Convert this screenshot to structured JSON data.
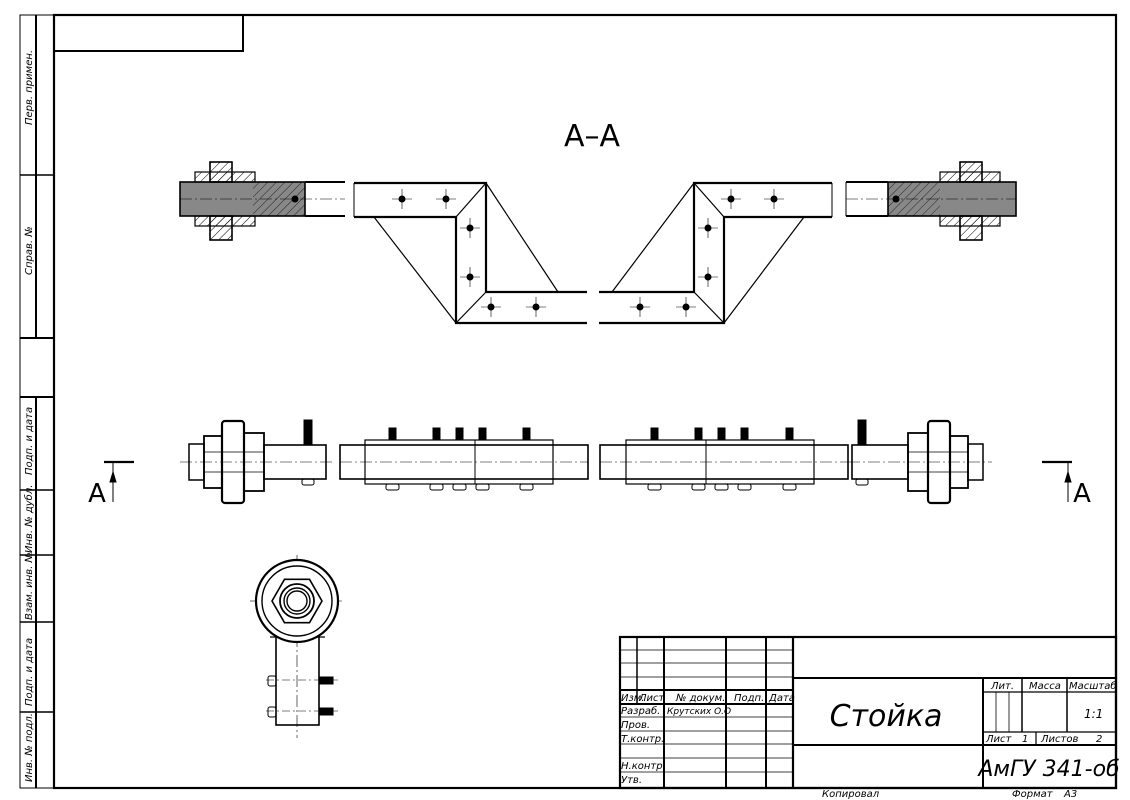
{
  "drawing": {
    "section_title": "А–А",
    "section_mark_left": "А",
    "section_mark_right": "А"
  },
  "side_stamps": [
    "Перв. примен.",
    "Справ. №",
    "Подп. и дата",
    "Инв. № дубл.",
    "Взам. инв. №",
    "Подп. и дата",
    "Инв. № подл."
  ],
  "title_block": {
    "headers": {
      "izm": "Изм.",
      "list": "Лист",
      "doc_no": "№ докум.",
      "podp": "Подп.",
      "date": "Дата"
    },
    "roles": {
      "razrab": "Разраб.",
      "prov": "Пров.",
      "tkontr": "Т.контр.",
      "nkontr": "Н.контр.",
      "utv": "Утв."
    },
    "developer_name": "Крутских О.О",
    "product_name": "Стойка",
    "lit_label": "Лит.",
    "mass_label": "Масса",
    "scale_label": "Масштаб",
    "scale_value": "1:1",
    "sheet_label": "Лист",
    "sheet_value": "1",
    "sheets_label": "Листов",
    "sheets_value": "2",
    "org_code": "АмГУ 341-об"
  },
  "footer": {
    "copied_label": "Копировал",
    "format_label": "Формат",
    "format_value": "А3"
  }
}
